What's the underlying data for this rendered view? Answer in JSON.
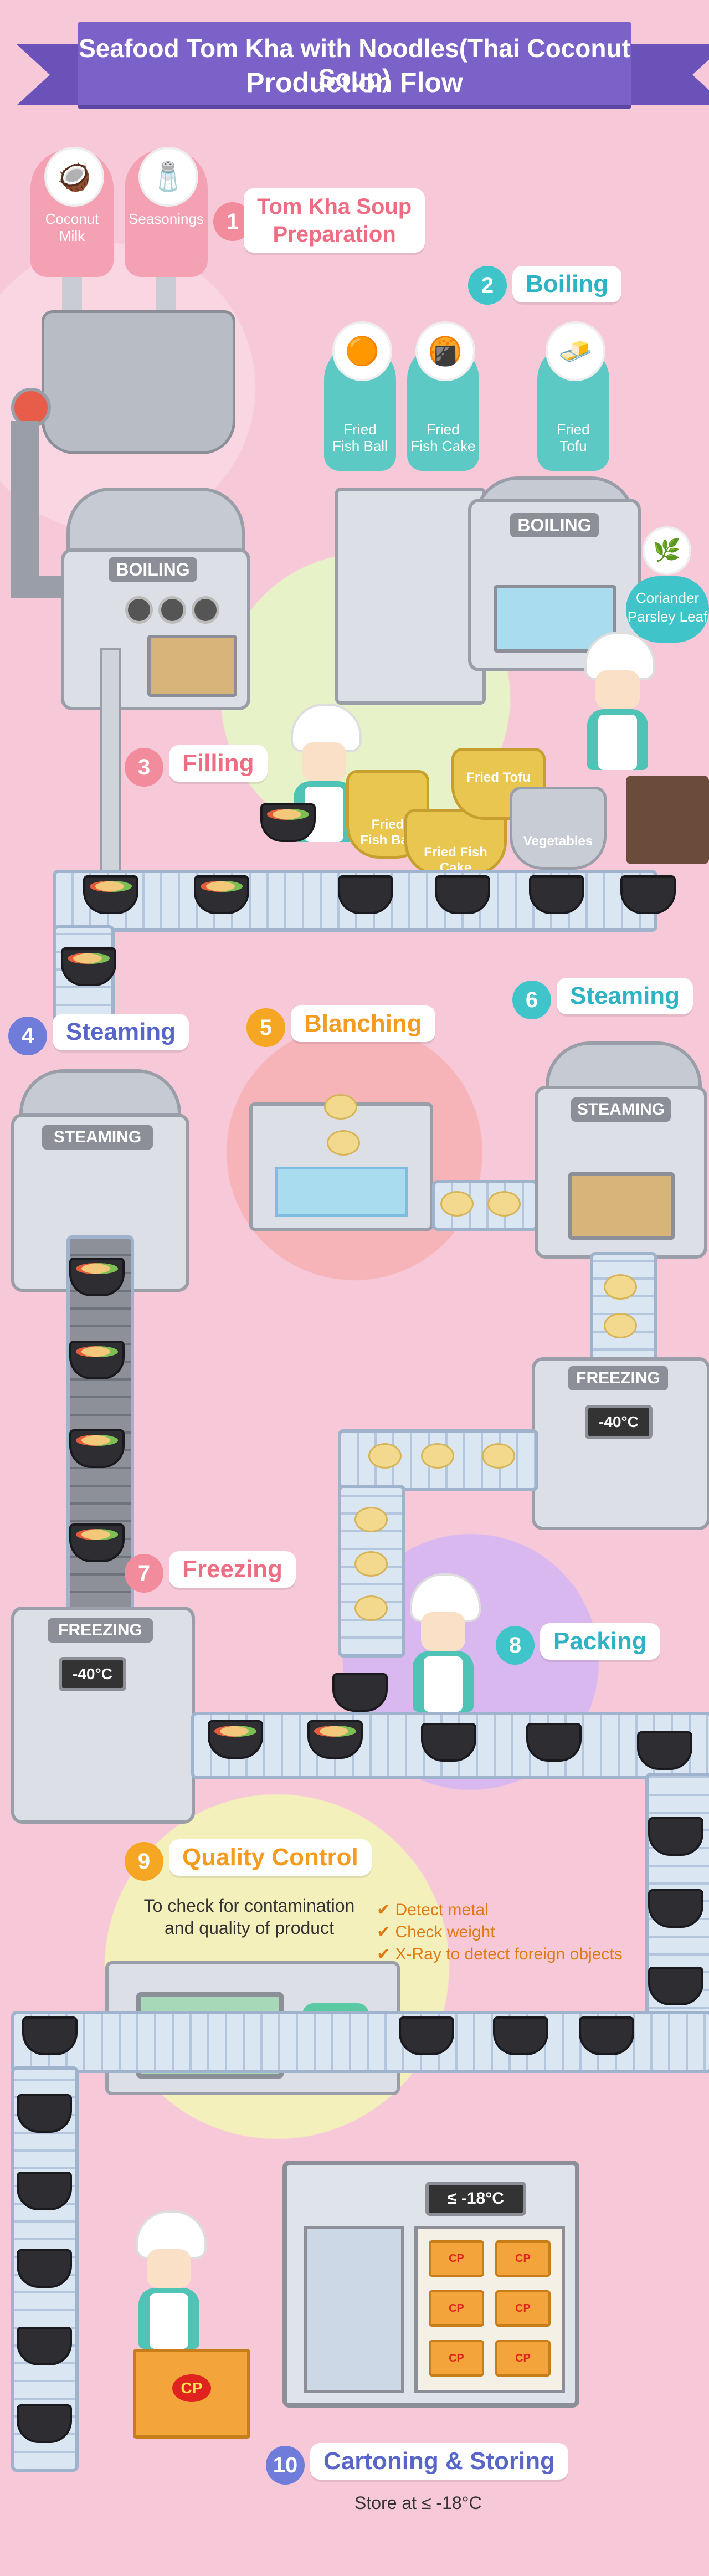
{
  "title": {
    "line1": "Seafood Tom Kha with Noodles(Thai Coconut Soup)",
    "line2": "Production Flow"
  },
  "colors": {
    "banner": "#7b62c8",
    "step_pink": "#f28b9c",
    "step_teal": "#3fc4c9",
    "step_orange": "#f5a623",
    "step_purple": "#6f7cd9",
    "label_pink": "#ef6d82",
    "label_teal": "#2db3c3",
    "label_orange": "#f59b1f",
    "label_purple": "#5966c9",
    "check_text": "#e07b14"
  },
  "steps": [
    {
      "number": "1",
      "label": "Tom Kha Soup\nPreparation"
    },
    {
      "number": "2",
      "label": "Boiling"
    },
    {
      "number": "3",
      "label": "Filling"
    },
    {
      "number": "4",
      "label": "Steaming"
    },
    {
      "number": "5",
      "label": "Blanching"
    },
    {
      "number": "6",
      "label": "Steaming"
    },
    {
      "number": "7",
      "label": "Freezing"
    },
    {
      "number": "8",
      "label": "Packing"
    },
    {
      "number": "9",
      "label": "Quality Control"
    },
    {
      "number": "10",
      "label": "Cartoning & Storing"
    }
  ],
  "ingredients_prep": [
    {
      "label": "Coconut Milk",
      "icon": "coconut-icon"
    },
    {
      "label": "Seasonings",
      "icon": "seasoning-shakers-icon"
    }
  ],
  "ingredients_boiling": [
    {
      "label": "Fried\nFish Ball",
      "icon": "fish-ball-icon"
    },
    {
      "label": "Fried\nFish Cake",
      "icon": "fish-cake-icon"
    },
    {
      "label": "Fried\nTofu",
      "icon": "tofu-icon"
    }
  ],
  "garnish": {
    "label": "Coriander\nParsley Leaf",
    "icon": "leaf-icon"
  },
  "pots": [
    {
      "label": "Fried\nFish Ball"
    },
    {
      "label": "Fried Fish Cake"
    },
    {
      "label": "Fried Tofu"
    },
    {
      "label": "Vegetables"
    }
  ],
  "machines": {
    "boiling": "BOILING",
    "steaming": "STEAMING",
    "freezing": "FREEZING",
    "freeze_temp": "-40°C"
  },
  "quality_control": {
    "intro": "To check for contamination\nand quality of product",
    "checks": [
      "Detect metal",
      "Check weight",
      "X-Ray to detect foreign objects"
    ]
  },
  "storage": {
    "freezer_display": "≤ -18°C",
    "note": "Store at  ≤ -18°C",
    "box_logo": "CP"
  }
}
